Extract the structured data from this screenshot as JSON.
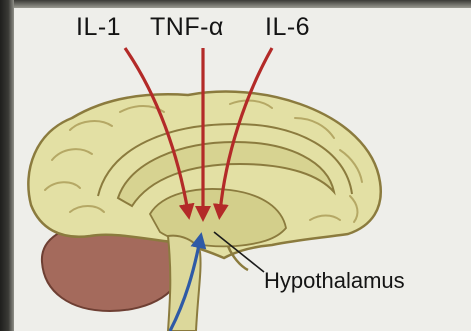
{
  "labels": {
    "il1": "IL-1",
    "tnf": "TNF-α",
    "il6": "IL-6",
    "hypothalamus": "Hypothalamus"
  },
  "colors": {
    "arrow_red": "#b32a28",
    "arrow_blue": "#2e5aa6",
    "brain_fill": "#e3e0a4",
    "brain_outline": "#8b7b3e",
    "cerebellum": "#a46a5c",
    "background": "#eeeeea"
  }
}
